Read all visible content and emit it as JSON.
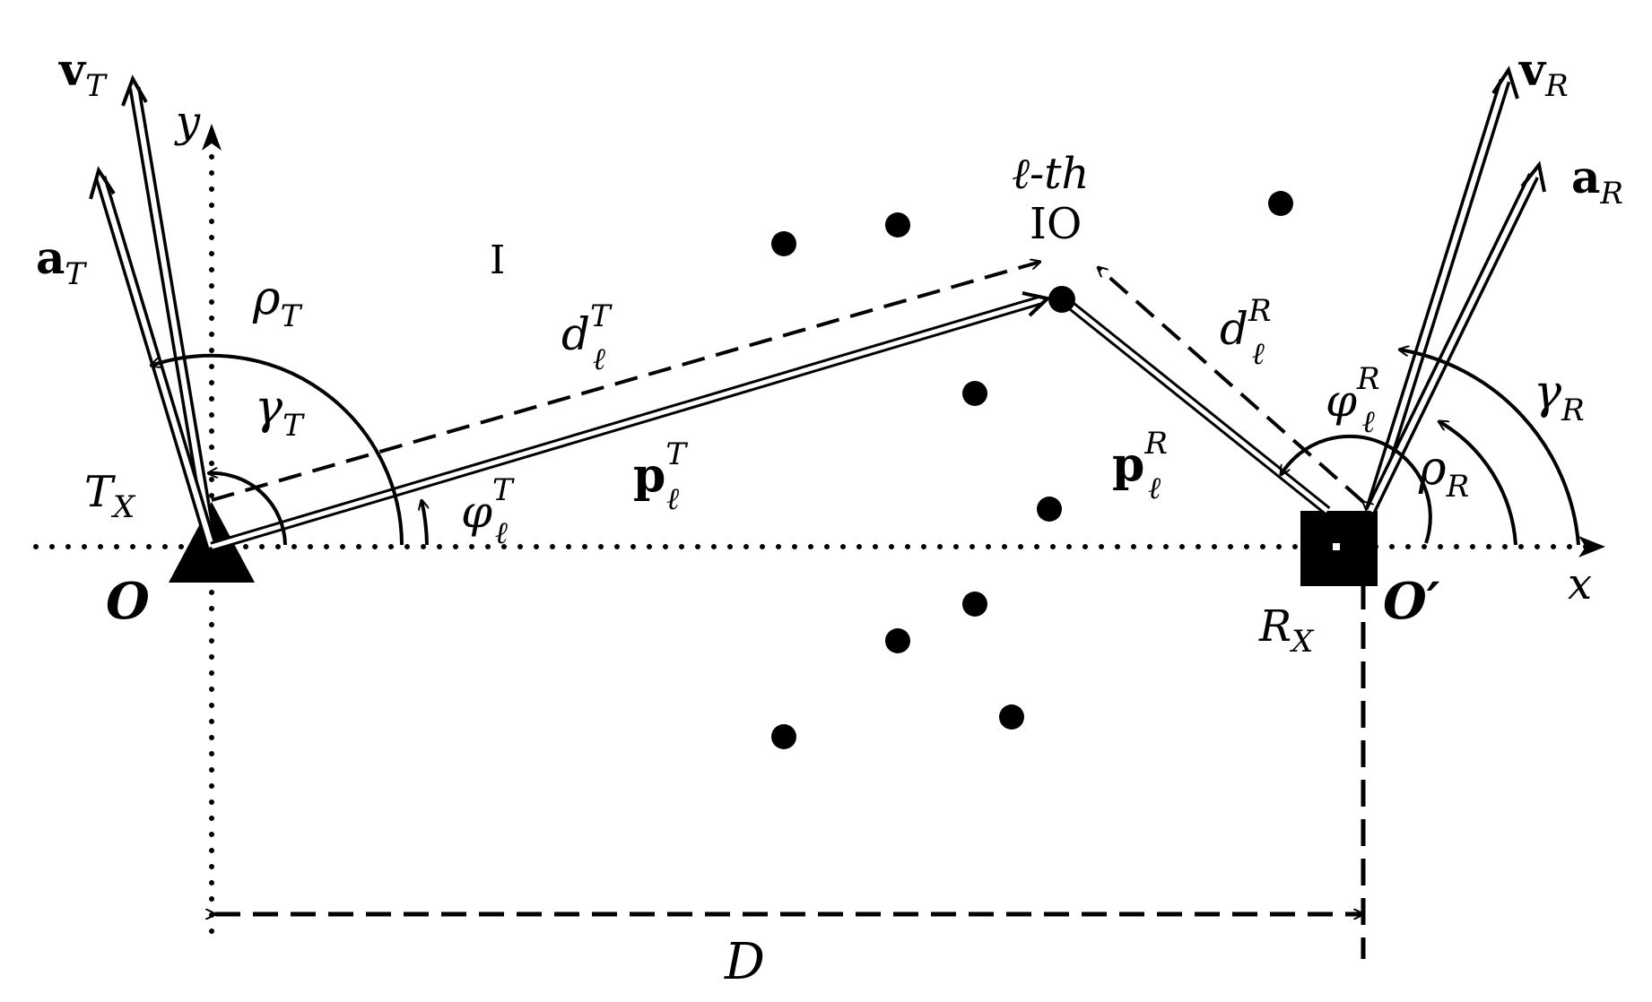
{
  "figure": {
    "labels": {
      "v_T": "v",
      "v_T_sub": "T",
      "a_T": "a",
      "a_T_sub": "T",
      "v_R": "v",
      "v_R_sub": "R",
      "a_R": "a",
      "a_R_sub": "R",
      "y_axis": "y",
      "x_axis": "x",
      "rho_T": "ρ",
      "rho_T_sub": "T",
      "gamma_T": "γ",
      "gamma_T_sub": "T",
      "rho_R": "ρ",
      "rho_R_sub": "R",
      "gamma_R": "γ",
      "gamma_R_sub": "R",
      "tx": "T",
      "tx_sub": "X",
      "rx": "R",
      "rx_sub": "X",
      "origin": "O",
      "origin_prime": "O′",
      "io_line1": "ℓ-th",
      "io_line2": "IO",
      "d_T": "d",
      "d_T_sup": "T",
      "d_T_sub": "ℓ",
      "d_R": "d",
      "d_R_sup": "R",
      "d_R_sub": "ℓ",
      "p_T": "p",
      "p_T_sup": "T",
      "p_T_sub": "ℓ",
      "p_R": "p",
      "p_R_sup": "R",
      "p_R_sub": "ℓ",
      "phi_T": "φ",
      "phi_T_sup": "T",
      "phi_T_sub": "ℓ",
      "phi_R": "φ",
      "phi_R_sup": "R",
      "phi_R_sub": "ℓ",
      "distance": "D",
      "cursor": "I"
    }
  }
}
